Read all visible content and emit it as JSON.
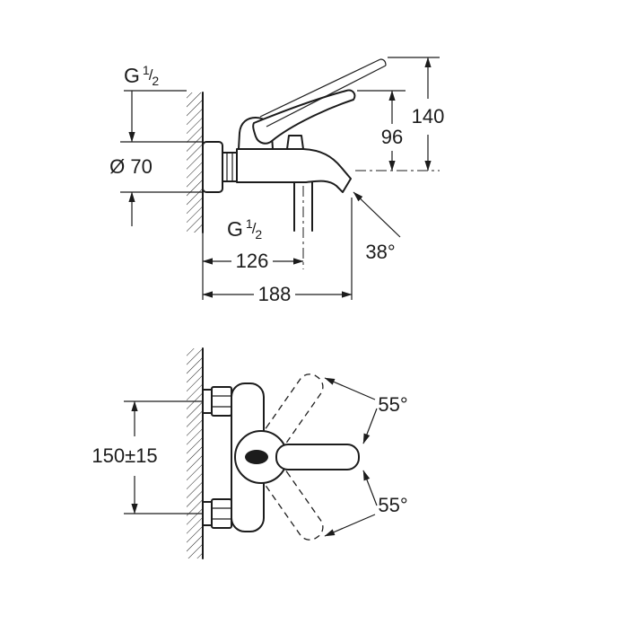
{
  "drawing": {
    "background": "#ffffff",
    "line_color": "#1c1c1c",
    "side_view": {
      "thread_inlet": {
        "g": "G",
        "num": "1",
        "slash": "/",
        "den": "2"
      },
      "escutcheon_diameter": "Ø 70",
      "height_to_lever_top": "140",
      "height_to_handle": "96",
      "thread_shower_outlet": {
        "g": "G",
        "num": "1",
        "slash": "/",
        "den": "2"
      },
      "wall_to_outlet": "126",
      "spout_angle": "38°",
      "wall_to_spout_tip": "188"
    },
    "plan_view": {
      "connection_spacing": "150±15",
      "lever_swing_upper": "55°",
      "lever_swing_lower": "55°"
    }
  }
}
